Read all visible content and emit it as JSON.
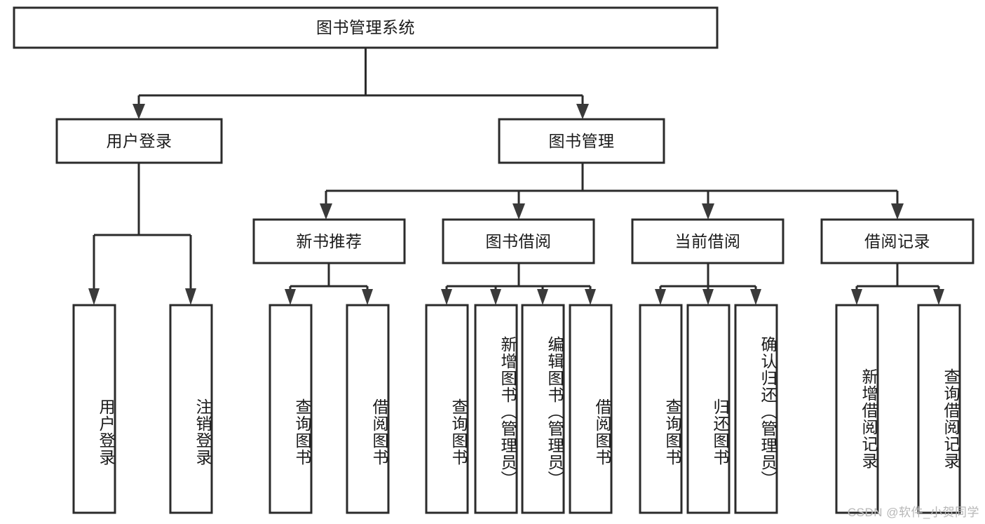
{
  "diagram": {
    "type": "hierarchy-tree",
    "title": "图书管理系统",
    "watermark": "CSDN @软件_小贺同学",
    "colors": {
      "box_stroke": "#2b2b2b",
      "box_fill": "#ffffff",
      "text": "#1a1a1a",
      "connector": "#2b2b2b",
      "watermark": "#b7b7b7",
      "background": "#ffffff"
    },
    "root": {
      "id": "root",
      "label": "图书管理系统",
      "orientation": "horizontal"
    },
    "level1": [
      {
        "id": "user-login",
        "label": "用户登录",
        "orientation": "horizontal"
      },
      {
        "id": "book-manage",
        "label": "图书管理",
        "orientation": "horizontal"
      }
    ],
    "level2": [
      {
        "id": "new-book-recommend",
        "label": "新书推荐",
        "orientation": "horizontal",
        "parent": "book-manage"
      },
      {
        "id": "book-borrow",
        "label": "图书借阅",
        "orientation": "horizontal",
        "parent": "book-manage"
      },
      {
        "id": "current-borrow",
        "label": "当前借阅",
        "orientation": "horizontal",
        "parent": "book-manage"
      },
      {
        "id": "borrow-record",
        "label": "借阅记录",
        "orientation": "horizontal",
        "parent": "book-manage"
      }
    ],
    "leaves": [
      {
        "id": "leaf-user-login",
        "label": "用户登录",
        "orientation": "vertical",
        "parent": "user-login"
      },
      {
        "id": "leaf-user-logout",
        "label": "注销登录",
        "orientation": "vertical",
        "parent": "user-login"
      },
      {
        "id": "leaf-query-book-1",
        "label": "查询图书",
        "orientation": "vertical",
        "parent": "new-book-recommend"
      },
      {
        "id": "leaf-borrow-book-1",
        "label": "借阅图书",
        "orientation": "vertical",
        "parent": "new-book-recommend"
      },
      {
        "id": "leaf-query-book-2",
        "label": "查询图书",
        "orientation": "vertical",
        "parent": "book-borrow"
      },
      {
        "id": "leaf-add-book",
        "label": "新增图书（管理员）",
        "orientation": "vertical",
        "parent": "book-borrow"
      },
      {
        "id": "leaf-edit-book",
        "label": "编辑图书（管理员）",
        "orientation": "vertical",
        "parent": "book-borrow"
      },
      {
        "id": "leaf-borrow-book-2",
        "label": "借阅图书",
        "orientation": "vertical",
        "parent": "book-borrow"
      },
      {
        "id": "leaf-query-book-3",
        "label": "查询图书",
        "orientation": "vertical",
        "parent": "current-borrow"
      },
      {
        "id": "leaf-return-book",
        "label": "归还图书",
        "orientation": "vertical",
        "parent": "current-borrow"
      },
      {
        "id": "leaf-confirm-return",
        "label": "确认归还（管理员）",
        "orientation": "vertical",
        "parent": "current-borrow"
      },
      {
        "id": "leaf-add-record",
        "label": "新增借阅记录",
        "orientation": "vertical",
        "parent": "borrow-record"
      },
      {
        "id": "leaf-query-record",
        "label": "查询借阅记录",
        "orientation": "vertical",
        "parent": "borrow-record"
      }
    ]
  }
}
